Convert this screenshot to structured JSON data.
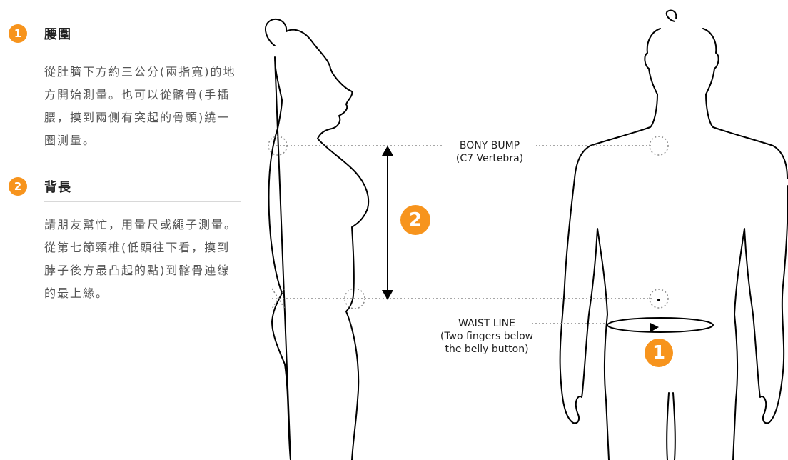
{
  "steps": [
    {
      "number": "1",
      "title": "腰圍",
      "body": "從肚臍下方約三公分(兩指寬)的地方開始測量。也可以從髂骨(手插腰，摸到兩側有突起的骨頭)繞一圈測量。"
    },
    {
      "number": "2",
      "title": "背長",
      "body": "請朋友幫忙，用量尺或繩子測量。從第七節頸椎(低頭往下看，摸到脖子後方最凸起的點)到髂骨連線的最上緣。"
    }
  ],
  "diagram": {
    "bony_bump_line1": "BONY BUMP",
    "bony_bump_line2": "(C7 Vertebra)",
    "waist_line1": "WAIST LINE",
    "waist_line2": "(Two fingers below",
    "waist_line3": "the belly button)",
    "marker_back_length": "2",
    "marker_waist": "1"
  },
  "colors": {
    "accent": "#f7941d",
    "line": "#000000",
    "dotted": "#888888"
  }
}
